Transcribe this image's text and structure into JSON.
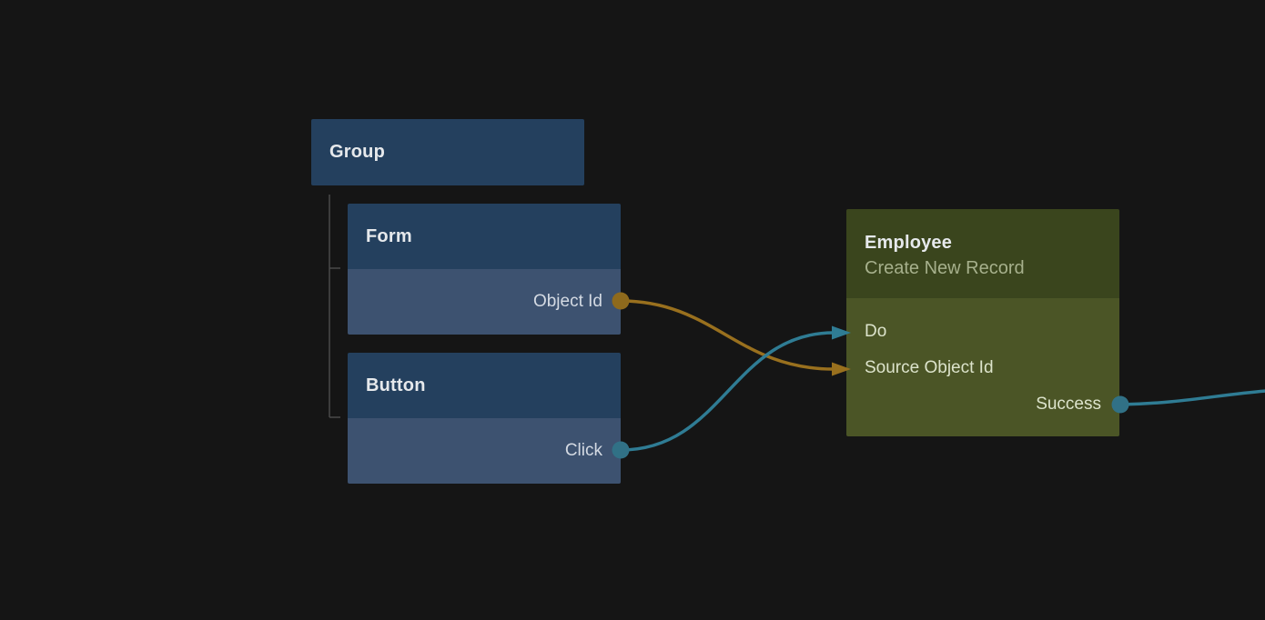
{
  "canvas": {
    "background_color": "#151515",
    "tree_line_color": "#4a4a4a"
  },
  "colors": {
    "node_header_blue": "#24405e",
    "node_body_blue": "#3d5270",
    "node_header_green": "#3a451d",
    "node_body_green": "#4b5526",
    "wire_orange": "#99701e",
    "wire_teal": "#2f7c94",
    "title_text": "#e6e9ec",
    "subtitle_text": "#a6b08c"
  },
  "nodes": {
    "group": {
      "title": "Group"
    },
    "form": {
      "title": "Form",
      "output_port": "Object Id"
    },
    "button": {
      "title": "Button",
      "output_port": "Click"
    },
    "employee": {
      "title": "Employee",
      "subtitle": "Create New Record",
      "input_ports": [
        "Do",
        "Source Object Id"
      ],
      "output_port": "Success"
    }
  },
  "connections": [
    {
      "from": "Form.Object Id",
      "to": "Employee.Source Object Id",
      "color": "#99701e"
    },
    {
      "from": "Button.Click",
      "to": "Employee.Do",
      "color": "#2f7c94"
    },
    {
      "from": "Employee.Success",
      "to": "offscreen-right",
      "color": "#2f7c94"
    }
  ]
}
